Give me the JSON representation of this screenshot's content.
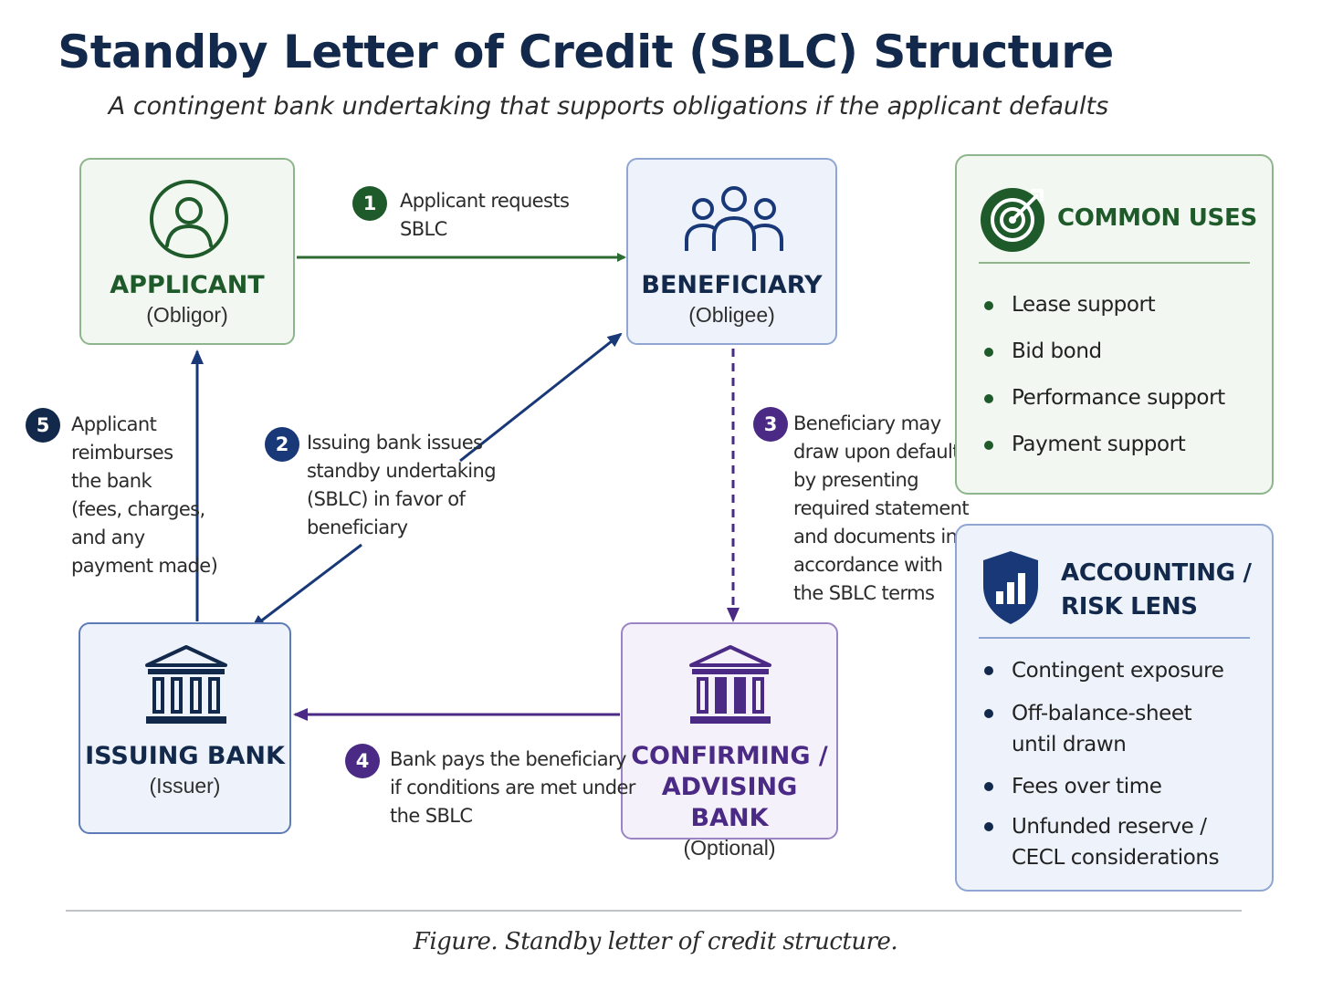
{
  "header": {
    "title": "Standby Letter of Credit (SBLC) Structure",
    "subtitle": "A contingent bank undertaking that supports obligations if the applicant defaults"
  },
  "nodes": {
    "applicant": {
      "name": "APPLICANT",
      "role": "(Obligor)",
      "icon": "person-icon"
    },
    "beneficiary": {
      "name": "BENEFICIARY",
      "role": "(Obligee)",
      "icon": "group-icon"
    },
    "issuing_bank": {
      "name": "ISSUING BANK",
      "role": "(Issuer)",
      "icon": "bank-icon"
    },
    "confirming_bank": {
      "name_line1": "CONFIRMING /",
      "name_line2": "ADVISING BANK",
      "role": "(Optional)",
      "icon": "bank-icon"
    }
  },
  "steps": [
    {
      "number": "1",
      "lines": [
        "Applicant requests",
        "SBLC"
      ]
    },
    {
      "number": "2",
      "lines": [
        "Issuing bank issues",
        "standby undertaking",
        "(SBLC) in favor of",
        "beneficiary"
      ]
    },
    {
      "number": "3",
      "lines": [
        "Beneficiary may",
        "draw upon default",
        "by presenting",
        "required statement",
        "and documents in",
        "accordance with",
        "the SBLC terms"
      ]
    },
    {
      "number": "4",
      "lines": [
        "Bank pays the beneficiary",
        "if conditions are met under",
        "the SBLC"
      ]
    },
    {
      "number": "5",
      "lines": [
        "Applicant",
        "reimburses",
        "the bank",
        "(fees, charges,",
        "and any",
        "payment made)"
      ]
    }
  ],
  "common_uses": {
    "title": "COMMON USES",
    "icon": "target-icon",
    "items": [
      "Lease support",
      "Bid bond",
      "Performance support",
      "Payment support"
    ]
  },
  "risk_lens": {
    "title_line1": "ACCOUNTING /",
    "title_line2": "RISK LENS",
    "icon": "shield-chart-icon",
    "items": [
      [
        "Contingent exposure"
      ],
      [
        "Off-balance-sheet",
        "until drawn"
      ],
      [
        "Fees over time"
      ],
      [
        "Unfunded reserve /",
        "CECL considerations"
      ]
    ]
  },
  "caption": "Figure. Standby letter of credit structure.",
  "colors": {
    "navy": "#13294b",
    "green": "#1e5a2a",
    "blue": "#183878",
    "purple": "#4a2a85"
  }
}
